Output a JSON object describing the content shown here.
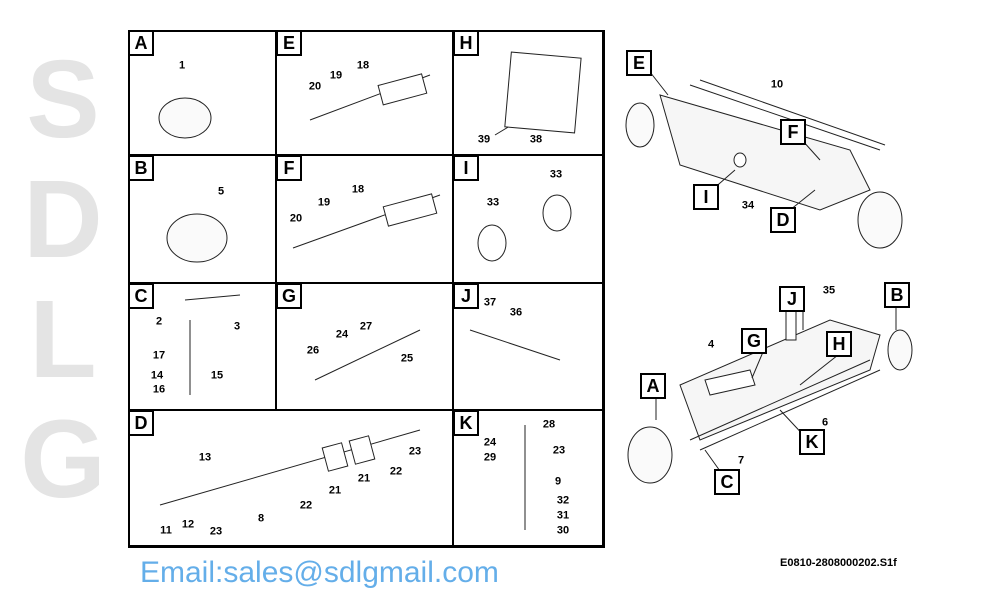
{
  "panels": [
    {
      "letter": "A",
      "parts": [
        "1"
      ]
    },
    {
      "letter": "B",
      "parts": [
        "5"
      ]
    },
    {
      "letter": "C",
      "parts": [
        "2",
        "3",
        "17",
        "14",
        "15",
        "16"
      ]
    },
    {
      "letter": "E",
      "parts": [
        "20",
        "19",
        "18"
      ]
    },
    {
      "letter": "F",
      "parts": [
        "20",
        "19",
        "18"
      ]
    },
    {
      "letter": "G",
      "parts": [
        "26",
        "24",
        "27",
        "25"
      ]
    },
    {
      "letter": "H",
      "parts": [
        "39",
        "38"
      ]
    },
    {
      "letter": "I",
      "parts": [
        "33",
        "33"
      ]
    },
    {
      "letter": "J",
      "parts": [
        "37",
        "36"
      ]
    },
    {
      "letter": "D",
      "parts": [
        "13",
        "11",
        "12",
        "23",
        "8",
        "22",
        "21",
        "21",
        "22",
        "23"
      ]
    },
    {
      "letter": "K",
      "parts": [
        "28",
        "24",
        "23",
        "29",
        "9",
        "32",
        "31",
        "30"
      ]
    }
  ],
  "assembly": {
    "callouts": [
      "E",
      "F",
      "I",
      "D",
      "J",
      "B",
      "G",
      "H",
      "A",
      "K",
      "C"
    ],
    "parts": [
      "10",
      "34",
      "35",
      "4",
      "6",
      "7"
    ]
  },
  "drawing_code": "E0810-2808000202.S1f",
  "watermark": {
    "brand": "SDLG",
    "email": "Email:sales@sdlgmail.com"
  }
}
